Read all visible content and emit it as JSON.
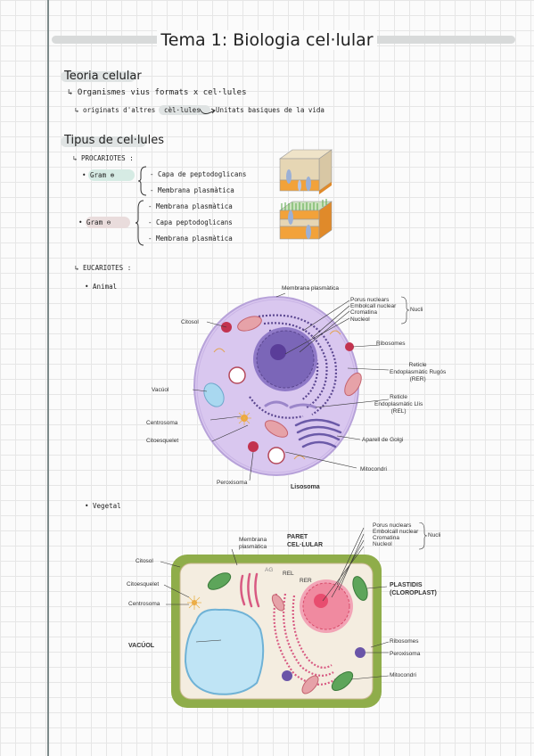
{
  "title": "Tema 1: Biologia cel·lular",
  "teoria": {
    "heading": "Teoria celular",
    "line1": "↳ Organismes vius formats x cel·lules",
    "line2_prefix": "↳ originats d'altres",
    "line2_highlight": "cèl·lules",
    "line2_suffix": "Unitats basiques de la vida"
  },
  "tipus": {
    "heading": "Tipus de cel·lules",
    "procariotes": "↳ PROCARIOTES :",
    "gram_pos": {
      "label": "Gram ⊕",
      "items": [
        "- Capa de peptodoglicans",
        "- Membrana plasmàtica"
      ]
    },
    "gram_neg": {
      "label": "Gram ⊖",
      "items": [
        "- Membrana plasmàtica",
        "- Capa peptodoglicans",
        "- Membrana plasmàtica"
      ]
    },
    "eucariotes": "↳ EUCARIOTES :",
    "animal": "• Animal",
    "vegetal": "• Vegetal"
  },
  "animal_labels": {
    "membrana": "Membrana plasmàtica",
    "porus": "Porus nuclears",
    "embolcall": "Embolcall nuclear",
    "cromatina": "Cromatina",
    "nucleol": "Nucleol",
    "nucli": "Nucli",
    "citosol": "Citosol",
    "ribosomes": "Ribosomes",
    "rer": [
      "Reticle",
      "Endoplasmàtic Rugós",
      "(RER)"
    ],
    "rel": [
      "Reticle",
      "Endoplasmàtic Llis",
      "(REL)"
    ],
    "vacuol": "Vacúol",
    "centrosoma": "Centrosoma",
    "citoesquelet": "Citoesquelet",
    "golgi": "Aparell de Golgi",
    "mitocondri": "Mitocondri",
    "peroxisoma": "Peroxisoma",
    "lisosoma": "Lisosoma"
  },
  "vegetal_labels": {
    "porus": "Porus nuclears",
    "embolcall": "Embolcall nuclear",
    "cromatina": "Cromatina",
    "nucleol": "Nucleol",
    "nucli": "Nucli",
    "membrana": [
      "Membrana",
      "plasmàtica"
    ],
    "paret": [
      "PARET",
      "CEL·LULAR"
    ],
    "citosol": "Citosol",
    "ag": "AG",
    "rel": "REL",
    "rer": "RER",
    "plastidis": [
      "PLASTIDIS",
      "(CLOROPLAST)"
    ],
    "citoesquelet": "Citoesquelet",
    "centrosoma": "Centrosoma",
    "vacuol": "VACÚOL",
    "ribosomes": "Ribosomes",
    "peroxisoma": "Peroxisoma",
    "mitocondri": "Mitocondri"
  },
  "colors": {
    "highlight": "#dfe3e3",
    "gram_pos_pill": "#d6ebe4",
    "gram_neg_pill": "#e9dcdc",
    "cell_purple": "#d9c7ef",
    "nucleus_purple": "#6f5aa8",
    "wall_green": "#8fad4a",
    "plant_nucleus": "#e84d6f",
    "vacuole_blue": "#bfe4f5"
  }
}
